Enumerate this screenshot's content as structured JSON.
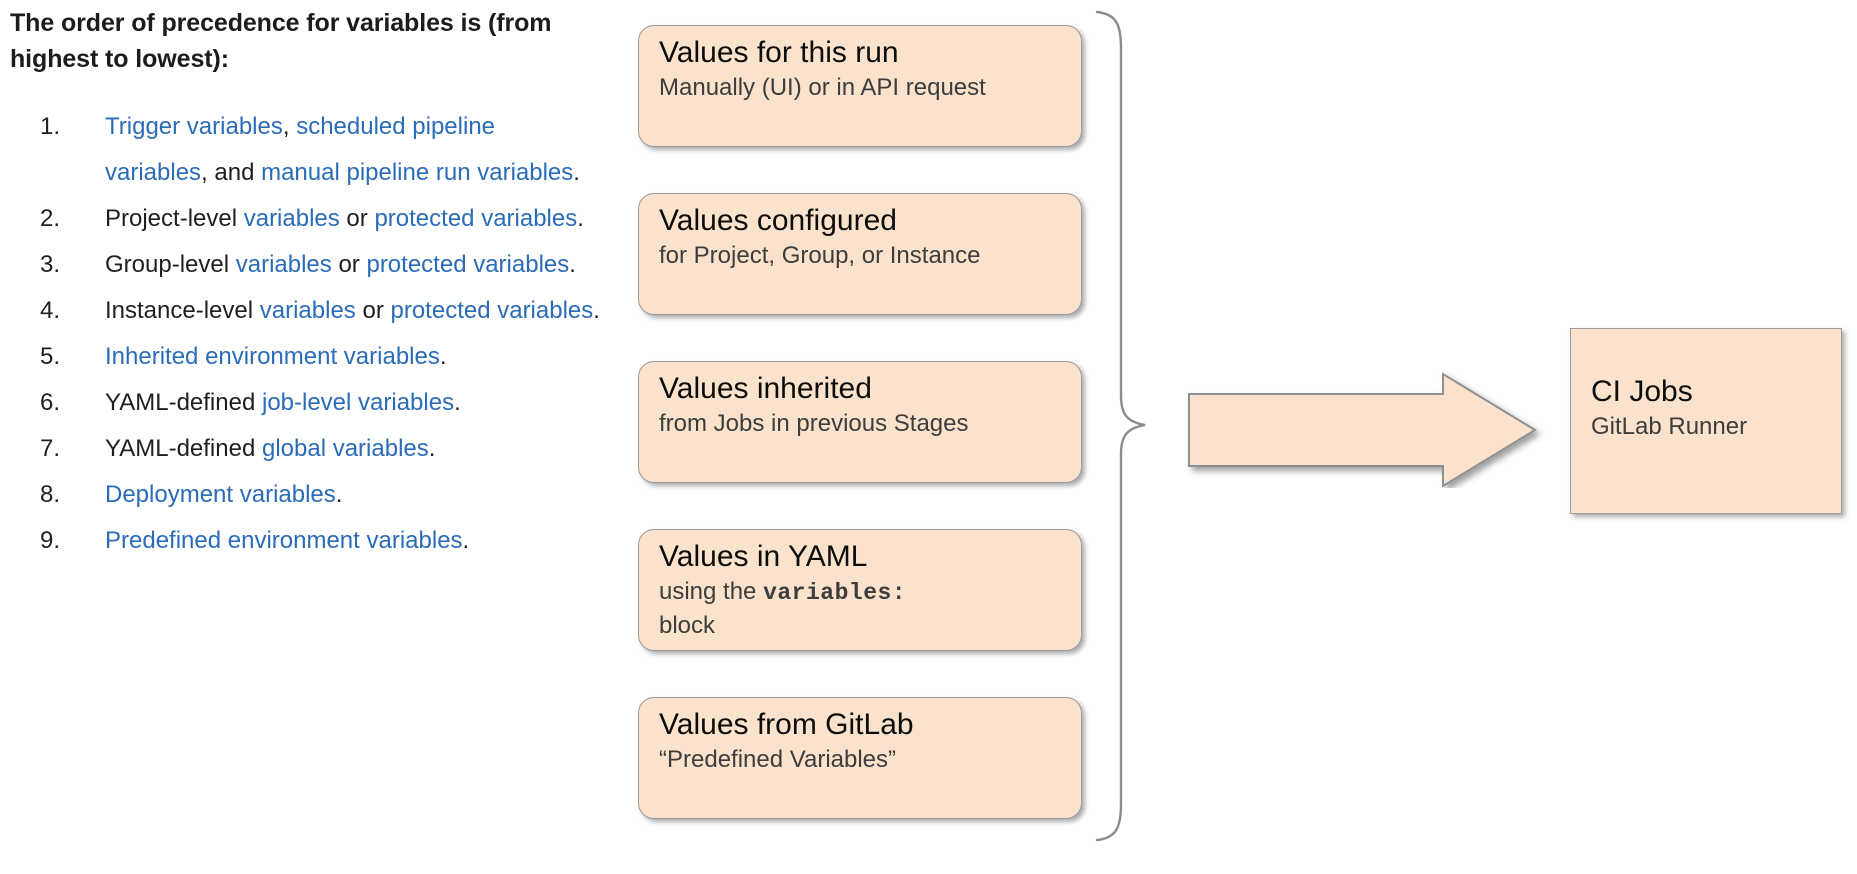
{
  "document": {
    "heading": "The order of precedence for variables is (from highest to lowest):",
    "list": [
      {
        "marker": "1.",
        "segments": [
          {
            "text": "Trigger variables",
            "link": true
          },
          {
            "text": ", ",
            "link": false
          },
          {
            "text": "scheduled pipeline variables",
            "link": true
          },
          {
            "text": ", and ",
            "link": false
          },
          {
            "text": "manual pipeline run variables",
            "link": true
          },
          {
            "text": ".",
            "link": false
          }
        ]
      },
      {
        "marker": "2.",
        "segments": [
          {
            "text": "Project-level ",
            "link": false
          },
          {
            "text": "variables",
            "link": true
          },
          {
            "text": " or ",
            "link": false
          },
          {
            "text": "protected variables",
            "link": true
          },
          {
            "text": ".",
            "link": false
          }
        ]
      },
      {
        "marker": "3.",
        "segments": [
          {
            "text": "Group-level ",
            "link": false
          },
          {
            "text": "variables",
            "link": true
          },
          {
            "text": " or ",
            "link": false
          },
          {
            "text": "protected variables",
            "link": true
          },
          {
            "text": ".",
            "link": false
          }
        ]
      },
      {
        "marker": "4.",
        "segments": [
          {
            "text": "Instance-level ",
            "link": false
          },
          {
            "text": "variables",
            "link": true
          },
          {
            "text": " or ",
            "link": false
          },
          {
            "text": "protected variables",
            "link": true
          },
          {
            "text": ".",
            "link": false
          }
        ]
      },
      {
        "marker": "5.",
        "segments": [
          {
            "text": "Inherited environment variables",
            "link": true
          },
          {
            "text": ".",
            "link": false
          }
        ]
      },
      {
        "marker": "6.",
        "segments": [
          {
            "text": "YAML-defined ",
            "link": false
          },
          {
            "text": "job-level variables",
            "link": true
          },
          {
            "text": ".",
            "link": false
          }
        ]
      },
      {
        "marker": "7.",
        "segments": [
          {
            "text": "YAML-defined ",
            "link": false
          },
          {
            "text": "global variables",
            "link": true
          },
          {
            "text": ".",
            "link": false
          }
        ]
      },
      {
        "marker": "8.",
        "segments": [
          {
            "text": "Deployment variables",
            "link": true
          },
          {
            "text": ".",
            "link": false
          }
        ]
      },
      {
        "marker": "9.",
        "segments": [
          {
            "text": "Predefined environment variables",
            "link": true
          },
          {
            "text": ".",
            "link": false
          }
        ]
      }
    ]
  },
  "diagram": {
    "boxes": [
      {
        "title": "Values for this run",
        "subtitle": "Manually (UI) or in API request"
      },
      {
        "title": "Values configured",
        "subtitle": "for Project, Group, or Instance"
      },
      {
        "title": "Values inherited",
        "subtitle": "from Jobs in previous Stages"
      },
      {
        "title": "Values in YAML",
        "subtitle_pre": "using the ",
        "subtitle_code": "variables:",
        "subtitle_post": "block"
      },
      {
        "title": "Values from GitLab",
        "subtitle": "“Predefined Variables”"
      }
    ],
    "target": {
      "title": "CI Jobs",
      "subtitle": "GitLab Runner"
    },
    "brace_label": "right-curly-brace-grouping-boxes",
    "arrow_label": "flow-arrow-to-ci-jobs"
  },
  "colors": {
    "box_fill": "#fae2cc",
    "box_border": "#9b9b9b",
    "link_blue": "#2b6cb8",
    "heading_text": "#1c1c1c",
    "body_text": "#1f1f1f",
    "subtitle_text": "#3d3d3d",
    "page_background": "#ffffff"
  }
}
